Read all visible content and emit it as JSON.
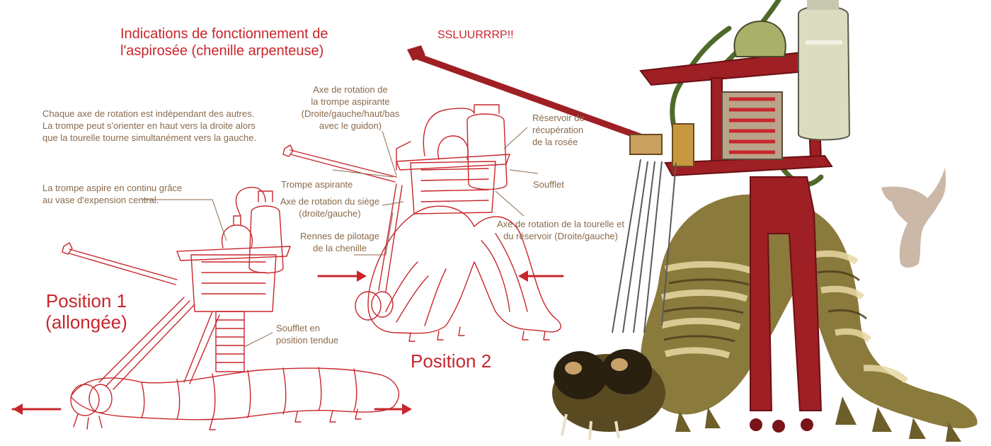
{
  "title": "Indications de fonctionnement de\nl'aspirosée (chenille arpenteuse)",
  "sound_effect": "SSLUURRRP!!",
  "position1_label": "Position 1\n(allongée)",
  "position2_label": "Position 2",
  "notes": {
    "independent_axes": "Chaque axe de rotation est indépendant des autres.\nLa trompe peut s'orienter en haut vers la droite alors\nque la tourelle tourne simultanément vers la gauche.",
    "continuous_suction": "La trompe aspire en continu grâce\nau vase d'expension central.",
    "bellows_extended": "Soufflet en\nposition tendue"
  },
  "labels": {
    "trunk_axis": "Axe de rotation de\nla trompe aspirante\n(Droite/gauche/haut/bas\navec le guidon)",
    "reservoir": "Réservoir de\nrécupération\nde la rosée",
    "trunk": "Trompe aspirante",
    "bellows": "Soufflet",
    "seat_axis": "Axe de rotation du siège\n(droite/gauche)",
    "turret_axis": "Axe de rotation de la tourelle et\ndu réservoir (Droite/gauche)",
    "reins": "Rennes de pilotage\nde la chenille"
  },
  "colors": {
    "sketch_red": "#c8262c",
    "annotation_brown": "#8a6a4c",
    "machine_red": "#9e1f24",
    "caterpillar_olive": "#8a7a3c",
    "silhouette": "#cbb8a6"
  }
}
